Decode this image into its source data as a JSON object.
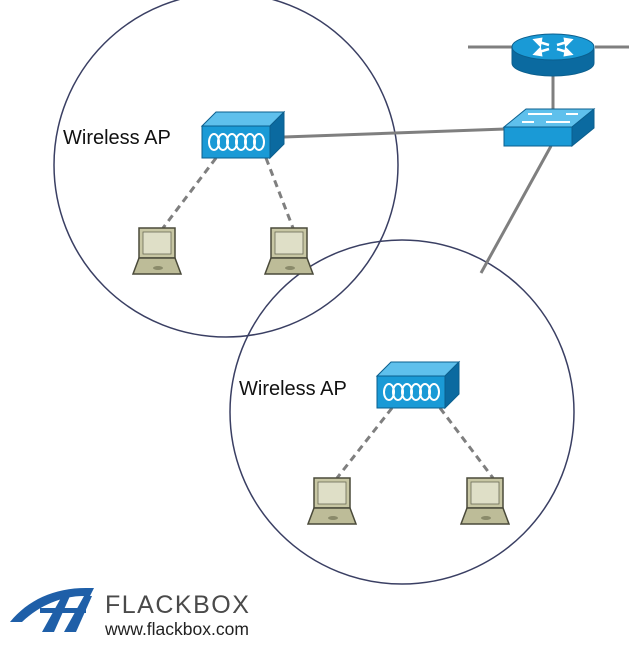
{
  "access_points": [
    {
      "label": "Wireless AP"
    },
    {
      "label": "Wireless AP"
    }
  ],
  "brand": {
    "name": "FLACKBOX",
    "url": "www.flackbox.com"
  },
  "colors": {
    "device_blue": "#1a9ad6",
    "device_dark": "#0b6aa0",
    "laptop_fill": "#c8c7a4",
    "laptop_stroke": "#4a4a3a",
    "link_gray": "#7f7f7f",
    "cell_outline": "#3a3f63",
    "logo_blue": "#1f5fa8"
  },
  "icons": [
    "router-icon",
    "switch-icon",
    "access-point-icon",
    "laptop-icon",
    "flackbox-logo-icon"
  ]
}
